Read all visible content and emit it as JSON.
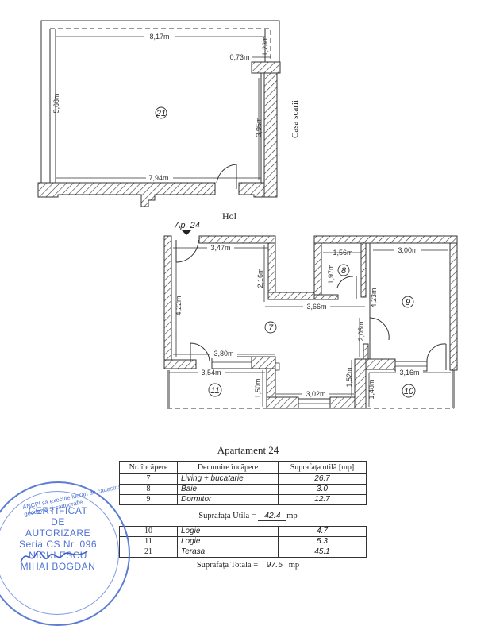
{
  "plan": {
    "upper": {
      "room_number": "21",
      "labels": {
        "stair": "Casa scarii",
        "hall": "Hol"
      },
      "dimensions": {
        "top_width": "8,17m",
        "bottom_width": "7,94m",
        "left_height": "5,68m",
        "right_height": "3,95m",
        "notch_height": "1,23m",
        "notch_width": "0,73m"
      }
    },
    "lower": {
      "apartment_marker": "Ap. 24",
      "rooms": [
        {
          "number": "7"
        },
        {
          "number": "8"
        },
        {
          "number": "9"
        },
        {
          "number": "10"
        },
        {
          "number": "11"
        }
      ],
      "dimensions": {
        "d_3_47": "3,47m",
        "d_2_16": "2,16m",
        "d_4_22": "4,22m",
        "d_3_66": "3,66m",
        "d_1_56": "1,56m",
        "d_1_97": "1,97m",
        "d_3_00": "3,00m",
        "d_4_23": "4,23m",
        "d_2_05": "2,05m",
        "d_3_80": "3,80m",
        "d_3_54": "3,54m",
        "d_1_50": "1,50m",
        "d_3_02": "3,02m",
        "d_1_52": "1,52m",
        "d_1_48": "1,48m",
        "d_3_16": "3,16m"
      }
    }
  },
  "summary": {
    "title": "Apartament 24",
    "headers": [
      "Nr. încăpere",
      "Denumire încăpere",
      "Suprafața utilă [mp]"
    ],
    "rooms_main": [
      {
        "nr": "7",
        "name": "Living + bucatarie",
        "area": "26.7"
      },
      {
        "nr": "8",
        "name": "Baie",
        "area": "3.0"
      },
      {
        "nr": "9",
        "name": "Dormitor",
        "area": "12.7"
      }
    ],
    "usable_label": "Suprafața Utila =",
    "usable_value": "42.4",
    "usable_unit": "mp",
    "rooms_extra": [
      {
        "nr": "10",
        "name": "Logie",
        "area": "4.7"
      },
      {
        "nr": "11",
        "name": "Logie",
        "area": "5.3"
      },
      {
        "nr": "21",
        "name": "Terasa",
        "area": "45.1"
      }
    ],
    "total_label": "Suprafața Totala =",
    "total_value": "97.5",
    "total_unit": "mp"
  },
  "stamp": {
    "ring_text": "ANCPI să execute lucrări de cadastru, geodezie și cartografie",
    "line1": "CERTIFICAT",
    "line2": "DE",
    "line3": "AUTORIZARE",
    "line4": "Seria CS Nr. 096",
    "line5": "NICULESCU",
    "line6": "MIHAI BOGDAN",
    "color": "#3d63cf"
  }
}
